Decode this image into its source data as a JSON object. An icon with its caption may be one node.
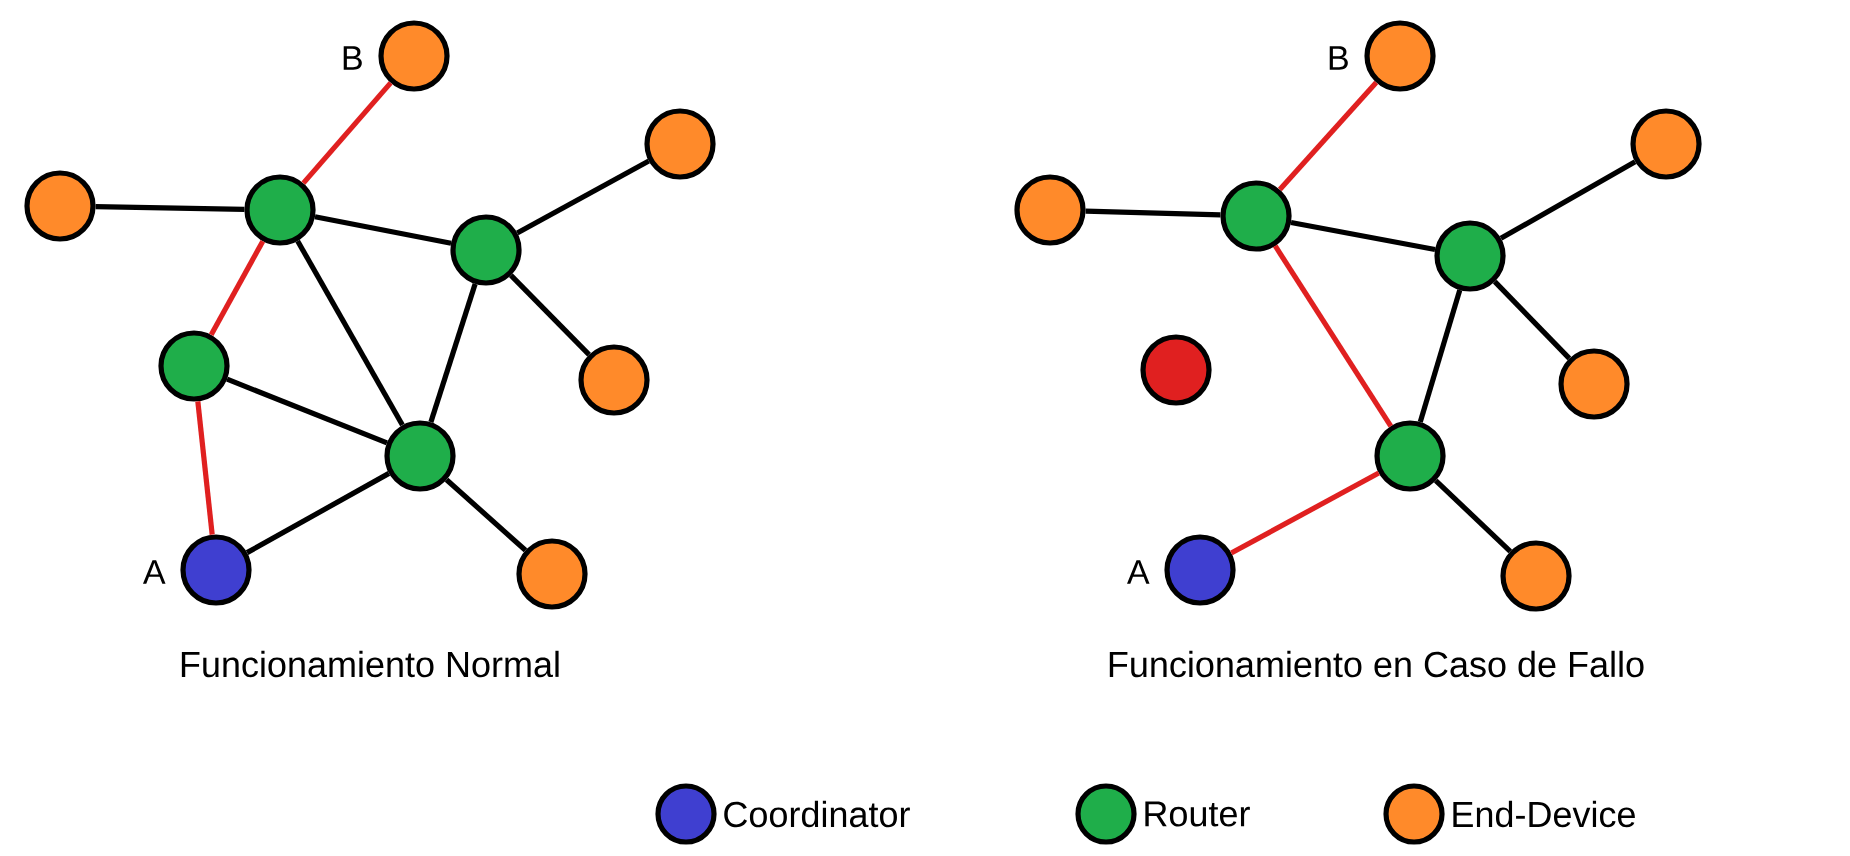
{
  "diagram": {
    "nodes": [
      {
        "text": [],
        "shape": "circle",
        "beside": [
          "B"
        ]
      },
      {
        "text": [],
        "shape": "circle"
      },
      {
        "text": [],
        "shape": "circle"
      },
      {
        "text": [],
        "shape": "circle"
      },
      {
        "text": [],
        "shape": "circle"
      },
      {
        "text": [],
        "shape": "circle"
      },
      {
        "text": [],
        "shape": "circle"
      },
      {
        "text": [],
        "shape": "circle"
      },
      {
        "text": [],
        "shape": "circle",
        "beside": [
          "A"
        ]
      },
      {
        "text": [],
        "shape": "circle"
      },
      {
        "text": [],
        "shape": "circle",
        "beside": [
          "B"
        ]
      },
      {
        "text": [],
        "shape": "circle"
      },
      {
        "text": [],
        "shape": "circle"
      },
      {
        "text": [],
        "shape": "circle"
      },
      {
        "text": [],
        "shape": "circle"
      },
      {
        "text": [],
        "shape": "circle"
      },
      {
        "text": [],
        "shape": "circle"
      },
      {
        "text": [],
        "shape": "circle"
      },
      {
        "text": [],
        "shape": "circle",
        "beside": [
          "A"
        ]
      },
      {
        "text": [],
        "shape": "circle"
      }
    ],
    "edges": [
      {
        "from": 0,
        "to": 2,
        "arrow": "none",
        "color": "#e02020"
      },
      {
        "from": 1,
        "to": 2,
        "arrow": "none"
      },
      {
        "from": 2,
        "to": 4,
        "arrow": "none"
      },
      {
        "from": 2,
        "to": 7,
        "arrow": "none"
      },
      {
        "from": 2,
        "to": 5,
        "arrow": "none",
        "color": "#e02020"
      },
      {
        "from": 5,
        "to": 7,
        "arrow": "none"
      },
      {
        "from": 5,
        "to": 8,
        "arrow": "none",
        "color": "#e02020"
      },
      {
        "from": 8,
        "to": 7,
        "arrow": "none"
      },
      {
        "from": 7,
        "to": 4,
        "arrow": "none"
      },
      {
        "from": 4,
        "to": 3,
        "arrow": "none"
      },
      {
        "from": 4,
        "to": 6,
        "arrow": "none"
      },
      {
        "from": 7,
        "to": 9,
        "arrow": "none"
      },
      {
        "from": 10,
        "to": 12,
        "arrow": "none",
        "color": "#e02020"
      },
      {
        "from": 11,
        "to": 12,
        "arrow": "none"
      },
      {
        "from": 12,
        "to": 14,
        "arrow": "none"
      },
      {
        "from": 12,
        "to": 17,
        "arrow": "none",
        "color": "#e02020"
      },
      {
        "from": 18,
        "to": 17,
        "arrow": "none",
        "color": "#e02020"
      },
      {
        "from": 17,
        "to": 14,
        "arrow": "none"
      },
      {
        "from": 14,
        "to": 13,
        "arrow": "none"
      },
      {
        "from": 14,
        "to": 16,
        "arrow": "none"
      },
      {
        "from": 17,
        "to": 19,
        "arrow": "none"
      }
    ],
    "labels": [
      "Funcionamiento Normal",
      "Funcionamiento en Caso de Fallo"
    ],
    "legend": [
      {
        "text": "Coordinator",
        "color": "#3f3fd0"
      },
      {
        "text": "Router",
        "color": "#1fae4a"
      },
      {
        "text": "End-Device",
        "color": "#ff8a2a"
      }
    ]
  }
}
